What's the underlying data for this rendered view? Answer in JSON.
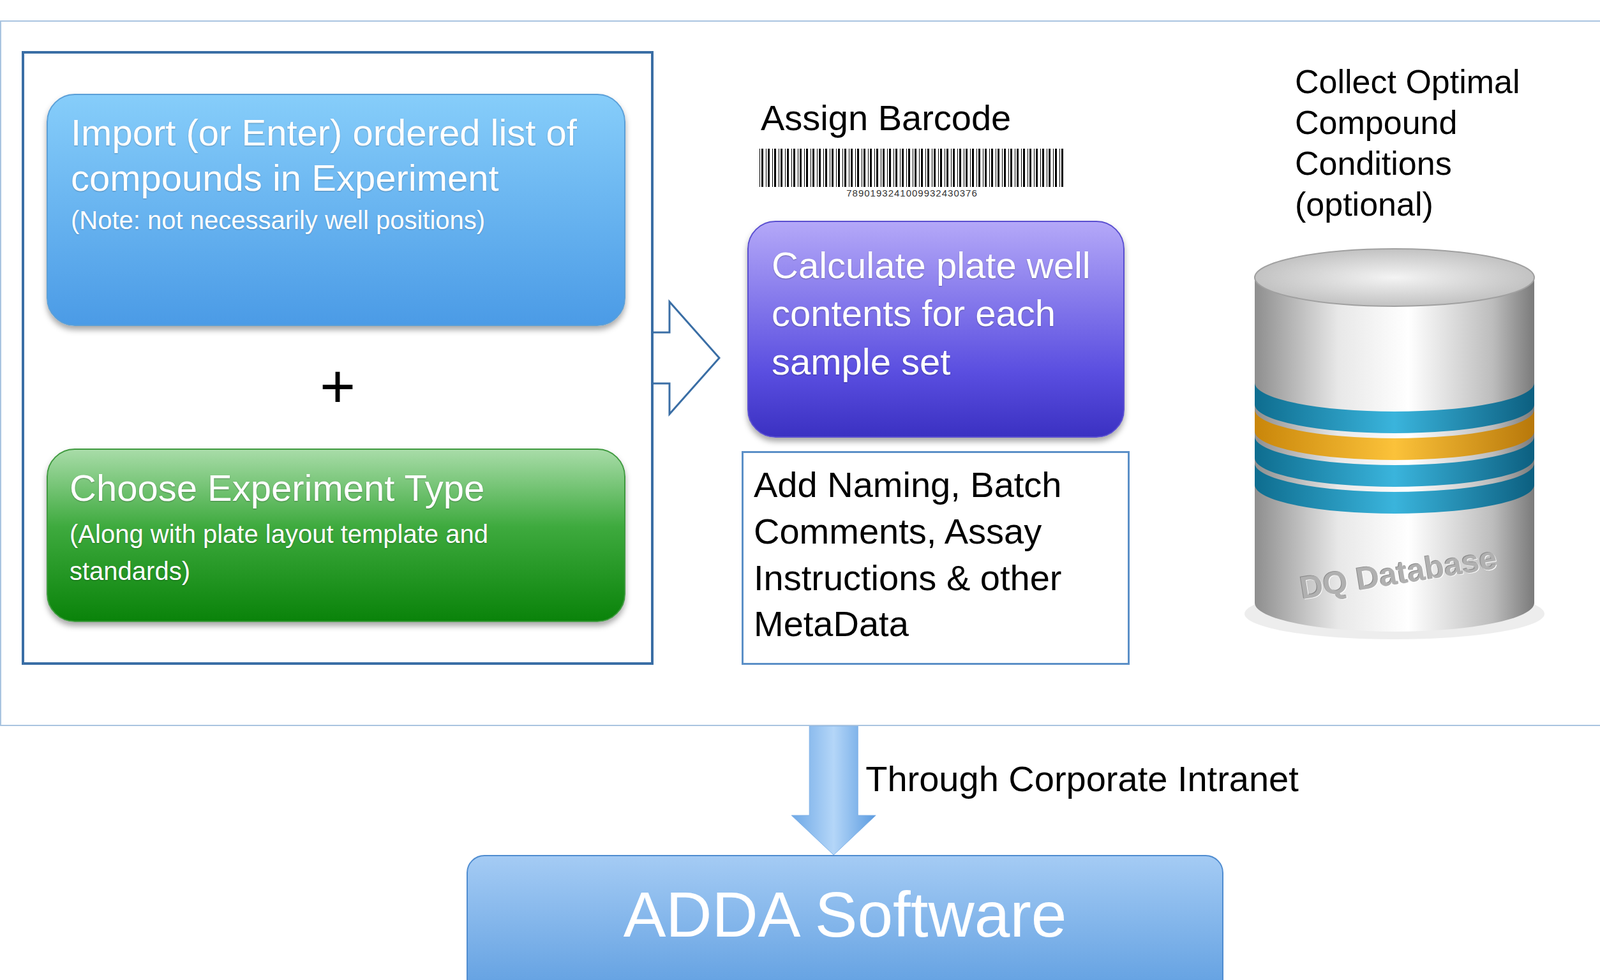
{
  "diagram": {
    "nodes": [
      {
        "text": [
          "Assign Barcode"
        ]
      },
      {
        "text": [
          "+"
        ],
        "in": 0
      },
      {
        "text": [
          "Import (or Enter) ordered list of compounds in Experiment",
          "(Note: not necessarily well positions)"
        ],
        "in": 1
      },
      {
        "text": [
          "Choose Experiment Type",
          "(Along with plate layout template and standards)"
        ],
        "in": 1
      },
      {
        "text": [
          "Calculate plate well contents for each sample set"
        ],
        "in": 0
      },
      {
        "text": [
          "Add Naming, Batch Comments, Assay Instructions & other MetaData"
        ],
        "in": 0
      },
      {
        "text": [
          "Collect Optimal Compound Conditions (optional)",
          "DQ Database"
        ],
        "in": 0
      },
      {
        "text": [
          "ADDA Software"
        ]
      }
    ],
    "edges": [
      {
        "from": 1,
        "to": 4,
        "arrow": "to"
      },
      {
        "from": 0,
        "to": 7,
        "label": "Through Corporate Intranet",
        "arrow": "to"
      }
    ],
    "labels": [
      "7890193241009932430376"
    ]
  }
}
